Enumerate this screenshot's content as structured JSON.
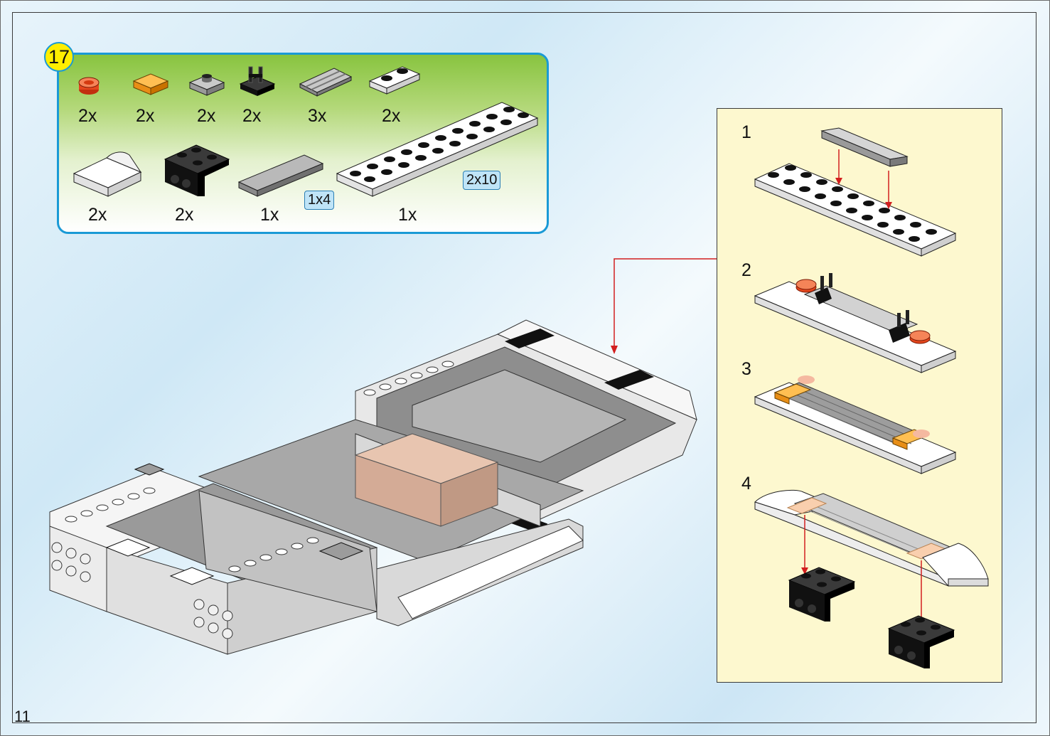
{
  "page": {
    "number": "11"
  },
  "step": {
    "number": "17"
  },
  "parts": [
    {
      "name": "round-tile-trans-red-icon",
      "qty": "2x"
    },
    {
      "name": "tile-trans-orange-icon",
      "qty": "2x"
    },
    {
      "name": "jumper-plate-gray-icon",
      "qty": "2x"
    },
    {
      "name": "clip-plate-black-icon",
      "qty": "2x"
    },
    {
      "name": "grille-tile-gray-icon",
      "qty": "3x"
    },
    {
      "name": "plate-1x2-white-icon",
      "qty": "2x"
    },
    {
      "name": "curved-slope-white-icon",
      "qty": "2x"
    },
    {
      "name": "bracket-black-icon",
      "qty": "2x"
    },
    {
      "name": "tile-1x4-gray-icon",
      "qty": "1x",
      "size": "1x4"
    },
    {
      "name": "plate-2x10-white-icon",
      "qty": "1x",
      "size": "2x10"
    }
  ],
  "substeps": [
    "1",
    "2",
    "3",
    "4"
  ],
  "colors": {
    "panel_border": "#1a9ad6",
    "badge": "#ffee00",
    "arrow": "#d21f1f",
    "subpanel_bg": "#fdf8cf"
  }
}
